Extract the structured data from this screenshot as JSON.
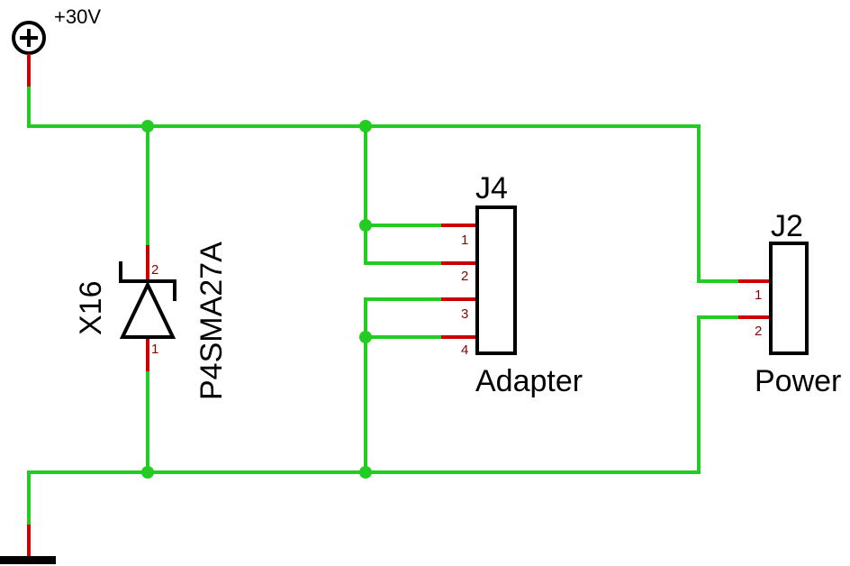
{
  "colors": {
    "wire": "#22cc22",
    "pin": "#cc0000",
    "pin_number": "#8b0000",
    "symbol": "#000000",
    "background": "#ffffff"
  },
  "power": {
    "label": "+30V",
    "icon": "plus-circle-icon"
  },
  "ground": {
    "icon": "ground-bar-icon"
  },
  "tvs": {
    "refdes": "X16",
    "value": "P4SMA27A",
    "pin_top": "2",
    "pin_bottom": "1",
    "icon": "bidirectional-tvs-diode-icon"
  },
  "j4": {
    "refdes": "J4",
    "value": "Adapter",
    "pins": [
      "1",
      "2",
      "3",
      "4"
    ]
  },
  "j2": {
    "refdes": "J2",
    "value": "Power",
    "pins": [
      "1",
      "2"
    ]
  }
}
